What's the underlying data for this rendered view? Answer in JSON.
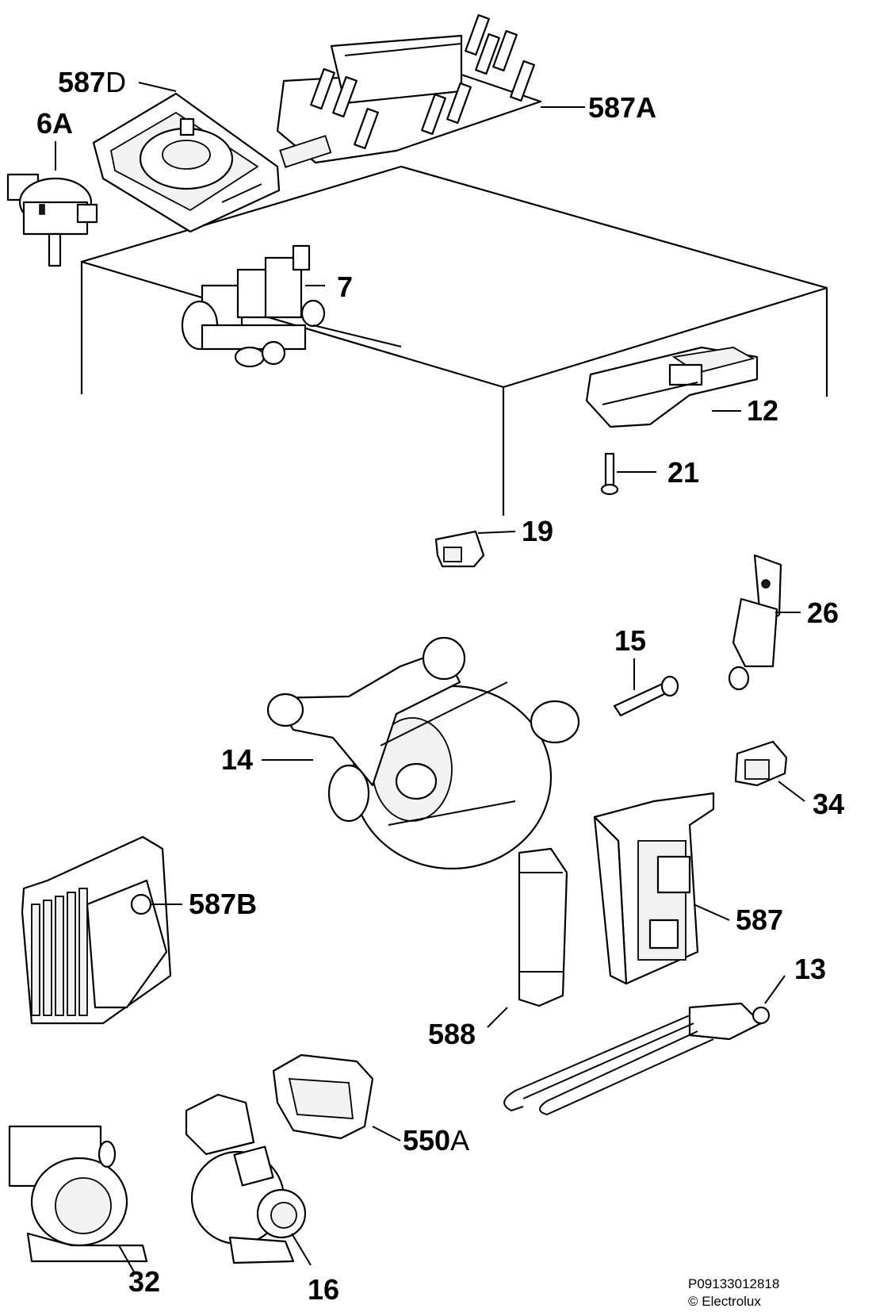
{
  "labels": {
    "p587D": {
      "main": "587",
      "suffix": "D"
    },
    "p6A": {
      "main": "6A",
      "suffix": ""
    },
    "p587A": {
      "main": "587A",
      "suffix": ""
    },
    "p7": {
      "main": "7",
      "suffix": ""
    },
    "p12": {
      "main": "12",
      "suffix": ""
    },
    "p21": {
      "main": "21",
      "suffix": ""
    },
    "p19": {
      "main": "19",
      "suffix": ""
    },
    "p26": {
      "main": "26",
      "suffix": ""
    },
    "p15": {
      "main": "15",
      "suffix": ""
    },
    "p14": {
      "main": "14",
      "suffix": ""
    },
    "p34": {
      "main": "34",
      "suffix": ""
    },
    "p587B": {
      "main": "587B",
      "suffix": ""
    },
    "p587": {
      "main": "587",
      "suffix": ""
    },
    "p13": {
      "main": "13",
      "suffix": ""
    },
    "p588": {
      "main": "588",
      "suffix": ""
    },
    "p550A": {
      "main": "550",
      "suffix": "A"
    },
    "p32": {
      "main": "32",
      "suffix": ""
    },
    "p16": {
      "main": "16",
      "suffix": ""
    }
  },
  "footer": {
    "code": "P09133012818",
    "copyright": "© Electrolux"
  }
}
